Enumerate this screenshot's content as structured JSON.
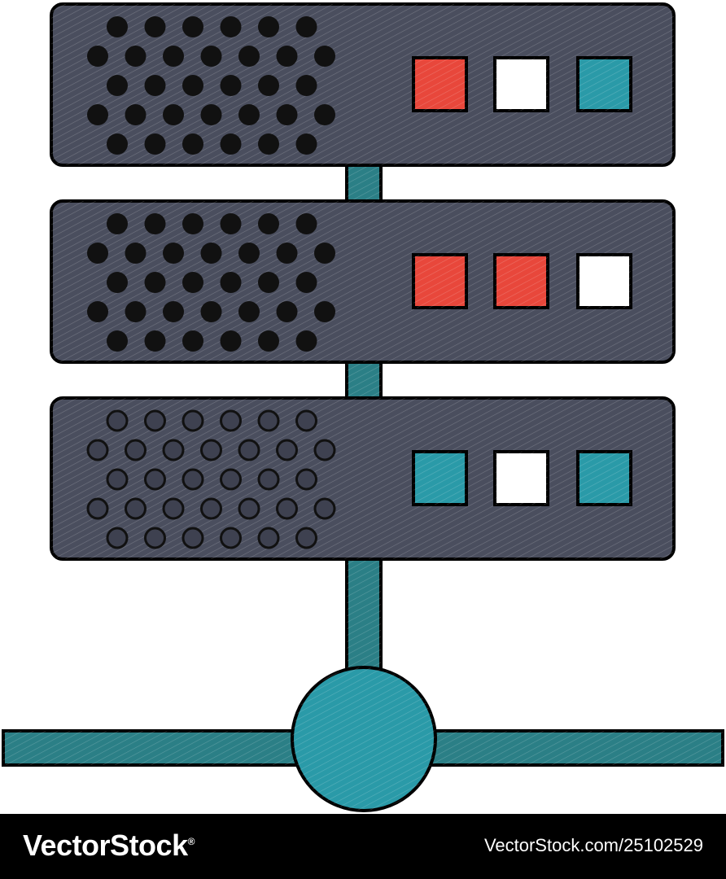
{
  "illustration": {
    "subject": "server-rack-network-icon",
    "colors": {
      "server_body": "#4a4e5e",
      "outline": "#000000",
      "teal": "#2a9aa8",
      "dark_teal": "#2b7f86",
      "red": "#e8473b",
      "white": "#ffffff",
      "vent_dark": "#111111",
      "vent_grey": "#3e4150"
    },
    "servers": [
      {
        "name": "server-unit-1",
        "lights": [
          "red",
          "white",
          "teal"
        ],
        "vent_style": "dark"
      },
      {
        "name": "server-unit-2",
        "lights": [
          "red",
          "red",
          "white"
        ],
        "vent_style": "dark"
      },
      {
        "name": "server-unit-3",
        "lights": [
          "teal",
          "white",
          "teal"
        ],
        "vent_style": "grey"
      }
    ]
  },
  "footer": {
    "brand": "VectorStock",
    "registered_mark": "®",
    "url_id": "VectorStock.com/25102529"
  }
}
